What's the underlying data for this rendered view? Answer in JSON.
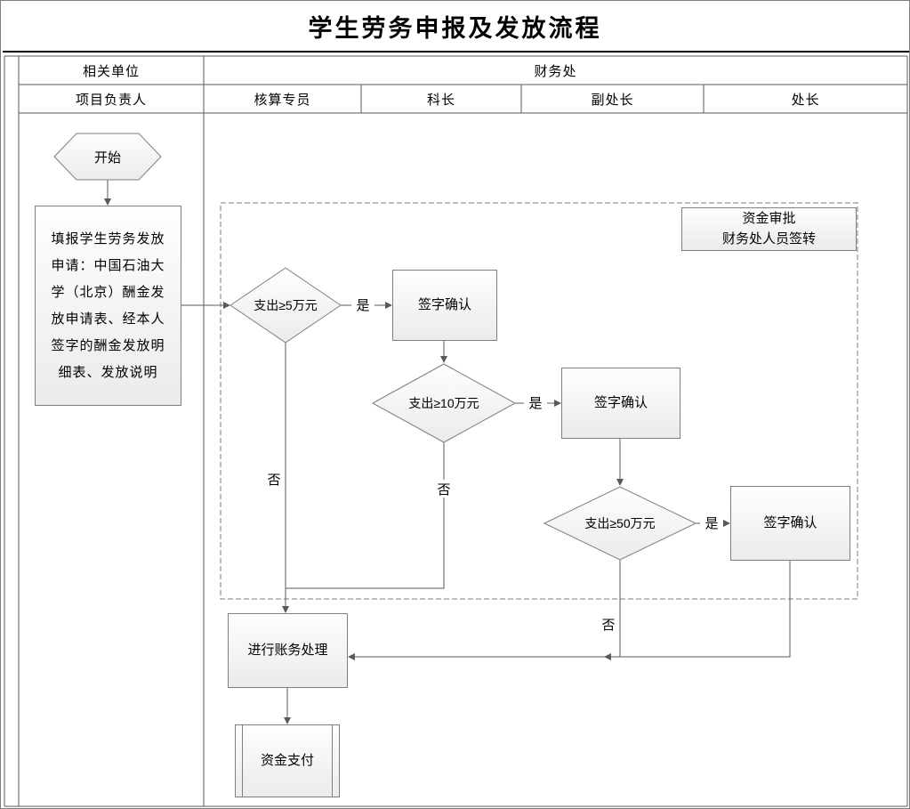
{
  "title": "学生劳务申报及发放流程",
  "header": {
    "groups": [
      "相关单位",
      "财务处"
    ],
    "roles": [
      "项目负责人",
      "核算专员",
      "科长",
      "副处长",
      "处长"
    ]
  },
  "flow": {
    "start_label": "开始",
    "application": "填报学生劳务发放申请：中国石油大学（北京）酬金发放申请表、经本人签字的酬金发放明细表、发放说明",
    "approval_note": {
      "line1": "资金审批",
      "line2": "财务处人员签转"
    },
    "decisions": [
      "支出≥5万元",
      "支出≥10万元",
      "支出≥50万元"
    ],
    "sign_confirm": "签字确认",
    "yes_label": "是",
    "no_label": "否",
    "accounting": "进行账务处理",
    "payment": "资金支付"
  },
  "colors": {
    "line": "#595959",
    "shape_border": "#7f7f7f",
    "title_rule": "#000000"
  }
}
